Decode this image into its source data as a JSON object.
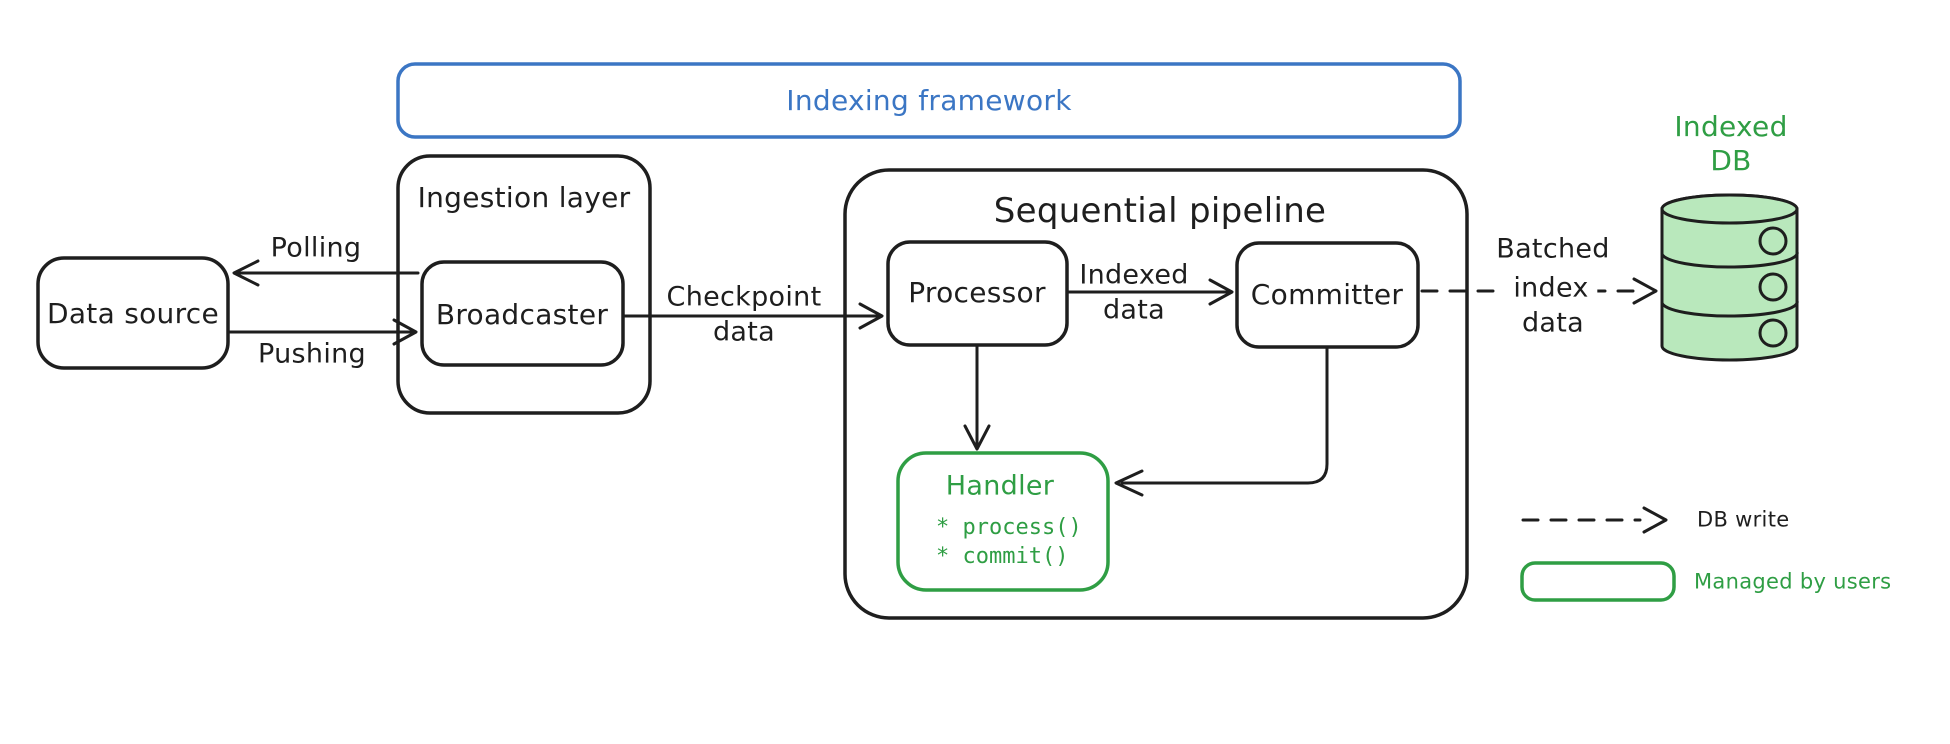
{
  "colors": {
    "ink": "#1e1e1e",
    "accent_blue": "#3b76c4",
    "accent_green": "#2f9e44",
    "db_fill": "#b9e8bc",
    "background": "#ffffff"
  },
  "framework": {
    "label": "Indexing framework"
  },
  "nodes": {
    "data_source": "Data source",
    "ingestion_layer": "Ingestion layer",
    "broadcaster": "Broadcaster",
    "pipeline_title": "Sequential pipeline",
    "processor": "Processor",
    "committer": "Committer",
    "handler": {
      "title": "Handler",
      "methods": [
        "* process()",
        "* commit()"
      ]
    },
    "indexed_db": [
      "Indexed",
      "DB"
    ]
  },
  "edges": {
    "polling": "Polling",
    "pushing": "Pushing",
    "checkpoint": [
      "Checkpoint",
      "data"
    ],
    "indexed": [
      "Indexed",
      "data"
    ],
    "batched": [
      "Batched",
      "index",
      "data"
    ]
  },
  "legend": {
    "db_write": "DB write",
    "managed_by_users": "Managed by users"
  }
}
